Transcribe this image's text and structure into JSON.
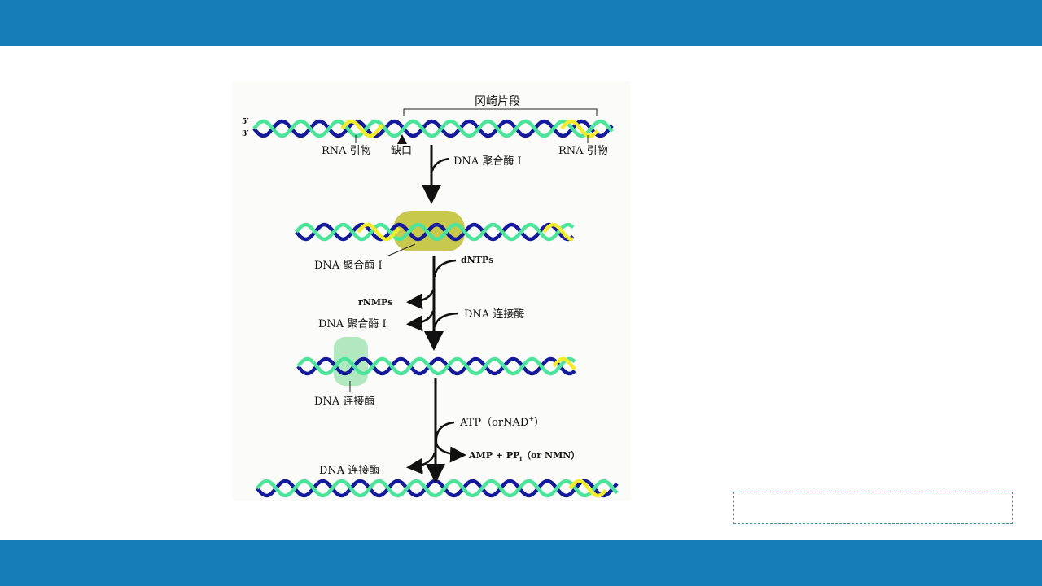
{
  "slide": {
    "figure": {
      "strand_end_5": "5′",
      "strand_end_3": "3′",
      "okazaki_fragment": "冈崎片段",
      "rna_primer_left": "RNA 引物",
      "rna_primer_right": "RNA 引物",
      "nick": "缺口",
      "step1_enzyme": "DNA 聚合酶 I",
      "bound_enzyme_1": "DNA 聚合酶 I",
      "dntps": "dNTPs",
      "rnmps": "rNMPs",
      "released_enzyme_1": "DNA 聚合酶 I",
      "ligase_in": "DNA 连接酶",
      "bound_ligase": "DNA 连接酶",
      "atp": "ATP（orNAD",
      "atp_sup": "+",
      "atp_close": "）",
      "amp": "AMP + PP",
      "amp_sub": "i",
      "amp_rest": "（or NMN）",
      "released_ligase": "DNA 连接酶"
    },
    "colors": {
      "header": "#157DB8",
      "strand_blue": "#141A9A",
      "strand_green": "#4CE39A",
      "rna_yellow": "#F2EC2A",
      "polymerase": "#C2C23A",
      "ligase": "#A8E6B8"
    }
  }
}
